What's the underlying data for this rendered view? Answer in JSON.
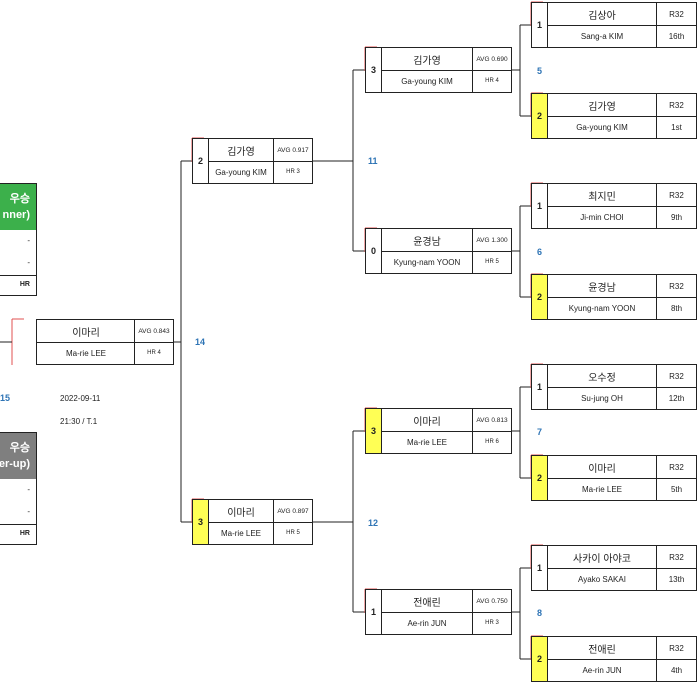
{
  "final": {
    "winner_panel": {
      "title_line1": "우승",
      "title_line2": "nner)",
      "rows": [
        "-",
        "-"
      ],
      "footer": "HR",
      "color": "#3cb04b"
    },
    "runnerup_panel": {
      "title_line1": "우승",
      "title_line2": "er-up)",
      "rows": [
        "-",
        "-"
      ],
      "footer": "HR",
      "color": "#7f7f7f"
    },
    "player": {
      "name_ko": "이마리",
      "name_en": "Ma-rie LEE",
      "avg": "AVG 0.843",
      "hr": "HR 4"
    },
    "match_no": "14",
    "left_match_no": "15",
    "date": "2022-09-11",
    "time": "21:30 /  T.1"
  },
  "semis": [
    {
      "seed": "2",
      "name_ko": "김가영",
      "name_en": "Ga-young KIM",
      "avg": "AVG 0.917",
      "hr": "HR 3",
      "highlight": false
    },
    {
      "seed": "3",
      "name_ko": "이마리",
      "name_en": "Ma-rie LEE",
      "avg": "AVG 0.897",
      "hr": "HR 5",
      "highlight": true
    }
  ],
  "semi_match_nos": [
    "11",
    "12"
  ],
  "quarters": [
    {
      "seed": "3",
      "name_ko": "김가영",
      "name_en": "Ga-young KIM",
      "avg": "AVG 0.690",
      "hr": "HR 4",
      "highlight": false
    },
    {
      "seed": "0",
      "name_ko": "윤경남",
      "name_en": "Kyung-nam YOON",
      "avg": "AVG 1.300",
      "hr": "HR 5",
      "highlight": false
    },
    {
      "seed": "3",
      "name_ko": "이마리",
      "name_en": "Ma-rie LEE",
      "avg": "AVG 0.813",
      "hr": "HR 6",
      "highlight": true
    },
    {
      "seed": "1",
      "name_ko": "전애린",
      "name_en": "Ae-rin JUN",
      "avg": "AVG 0.750",
      "hr": "HR 3",
      "highlight": false
    }
  ],
  "quarter_match_nos": [
    "5",
    "6",
    "7",
    "8"
  ],
  "round1": [
    {
      "seed": "1",
      "name_ko": "김상아",
      "name_en": "Sang-a KIM",
      "round": "R32",
      "rank": "16th",
      "side": "16",
      "highlight": false
    },
    {
      "seed": "2",
      "name_ko": "김가영",
      "name_en": "Ga-young KIM",
      "round": "R32",
      "rank": "1st",
      "side": "1",
      "highlight": true
    },
    {
      "seed": "1",
      "name_ko": "최지민",
      "name_en": "Ji-min CHOI",
      "round": "R32",
      "rank": "9th",
      "side": "9",
      "highlight": false
    },
    {
      "seed": "2",
      "name_ko": "윤경남",
      "name_en": "Kyung-nam YOON",
      "round": "R32",
      "rank": "8th",
      "side": "8",
      "highlight": true
    },
    {
      "seed": "1",
      "name_ko": "오수정",
      "name_en": "Su-jung OH",
      "round": "R32",
      "rank": "12th",
      "side": "12",
      "highlight": false
    },
    {
      "seed": "2",
      "name_ko": "이마리",
      "name_en": "Ma-rie LEE",
      "round": "R32",
      "rank": "5th",
      "side": "5",
      "highlight": true
    },
    {
      "seed": "1",
      "name_ko": "사카이 아야코",
      "name_en": "Ayako SAKAI",
      "round": "R32",
      "rank": "13th",
      "side": "13",
      "highlight": false
    },
    {
      "seed": "2",
      "name_ko": "전애린",
      "name_en": "Ae-rin JUN",
      "round": "R32",
      "rank": "4th",
      "side": "4",
      "highlight": true
    }
  ],
  "colors": {
    "bracket_line": "#222222",
    "connector_red": "#e05050",
    "match_number": "#2e74b5",
    "seed_highlight": "#ffff55"
  }
}
